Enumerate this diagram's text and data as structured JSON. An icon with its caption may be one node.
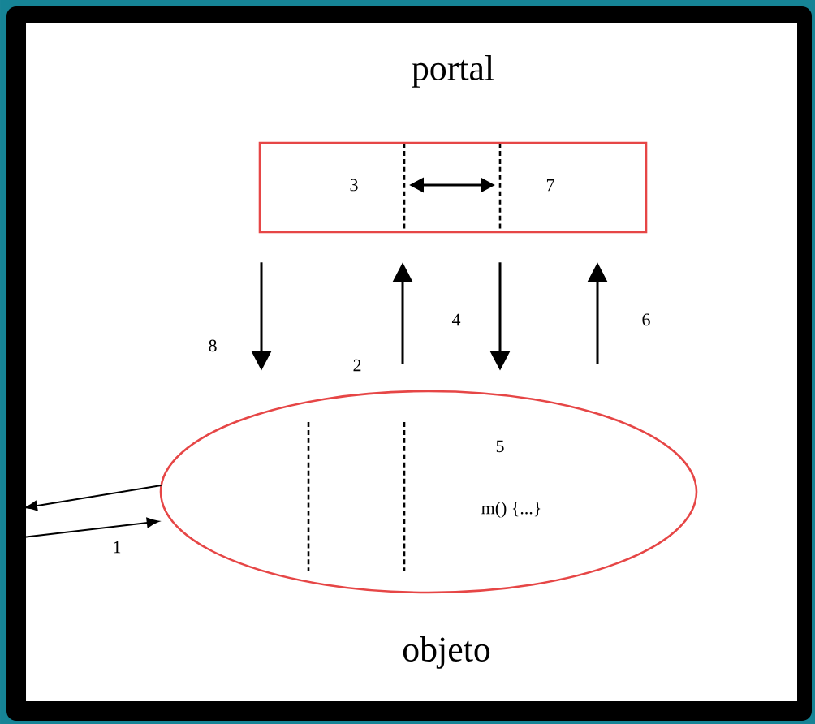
{
  "diagram": {
    "nodes": [
      {
        "text": [
          "portal",
          "3",
          "7"
        ]
      },
      {
        "text": [
          "5",
          "m()  {...}",
          "objeto"
        ]
      }
    ],
    "edges": [
      {
        "from": 0,
        "to": 1,
        "arrow": "to",
        "label": "8"
      },
      {
        "from": 1,
        "to": 0,
        "arrow": "to",
        "label": "2"
      },
      {
        "from": 0,
        "to": 1,
        "arrow": "to",
        "label": "4"
      },
      {
        "from": 1,
        "to": 0,
        "arrow": "to",
        "label": "6"
      },
      {
        "from": 1,
        "to": null,
        "arrow": "to"
      },
      {
        "from": null,
        "to": 1,
        "arrow": "to",
        "label": "1"
      }
    ]
  }
}
